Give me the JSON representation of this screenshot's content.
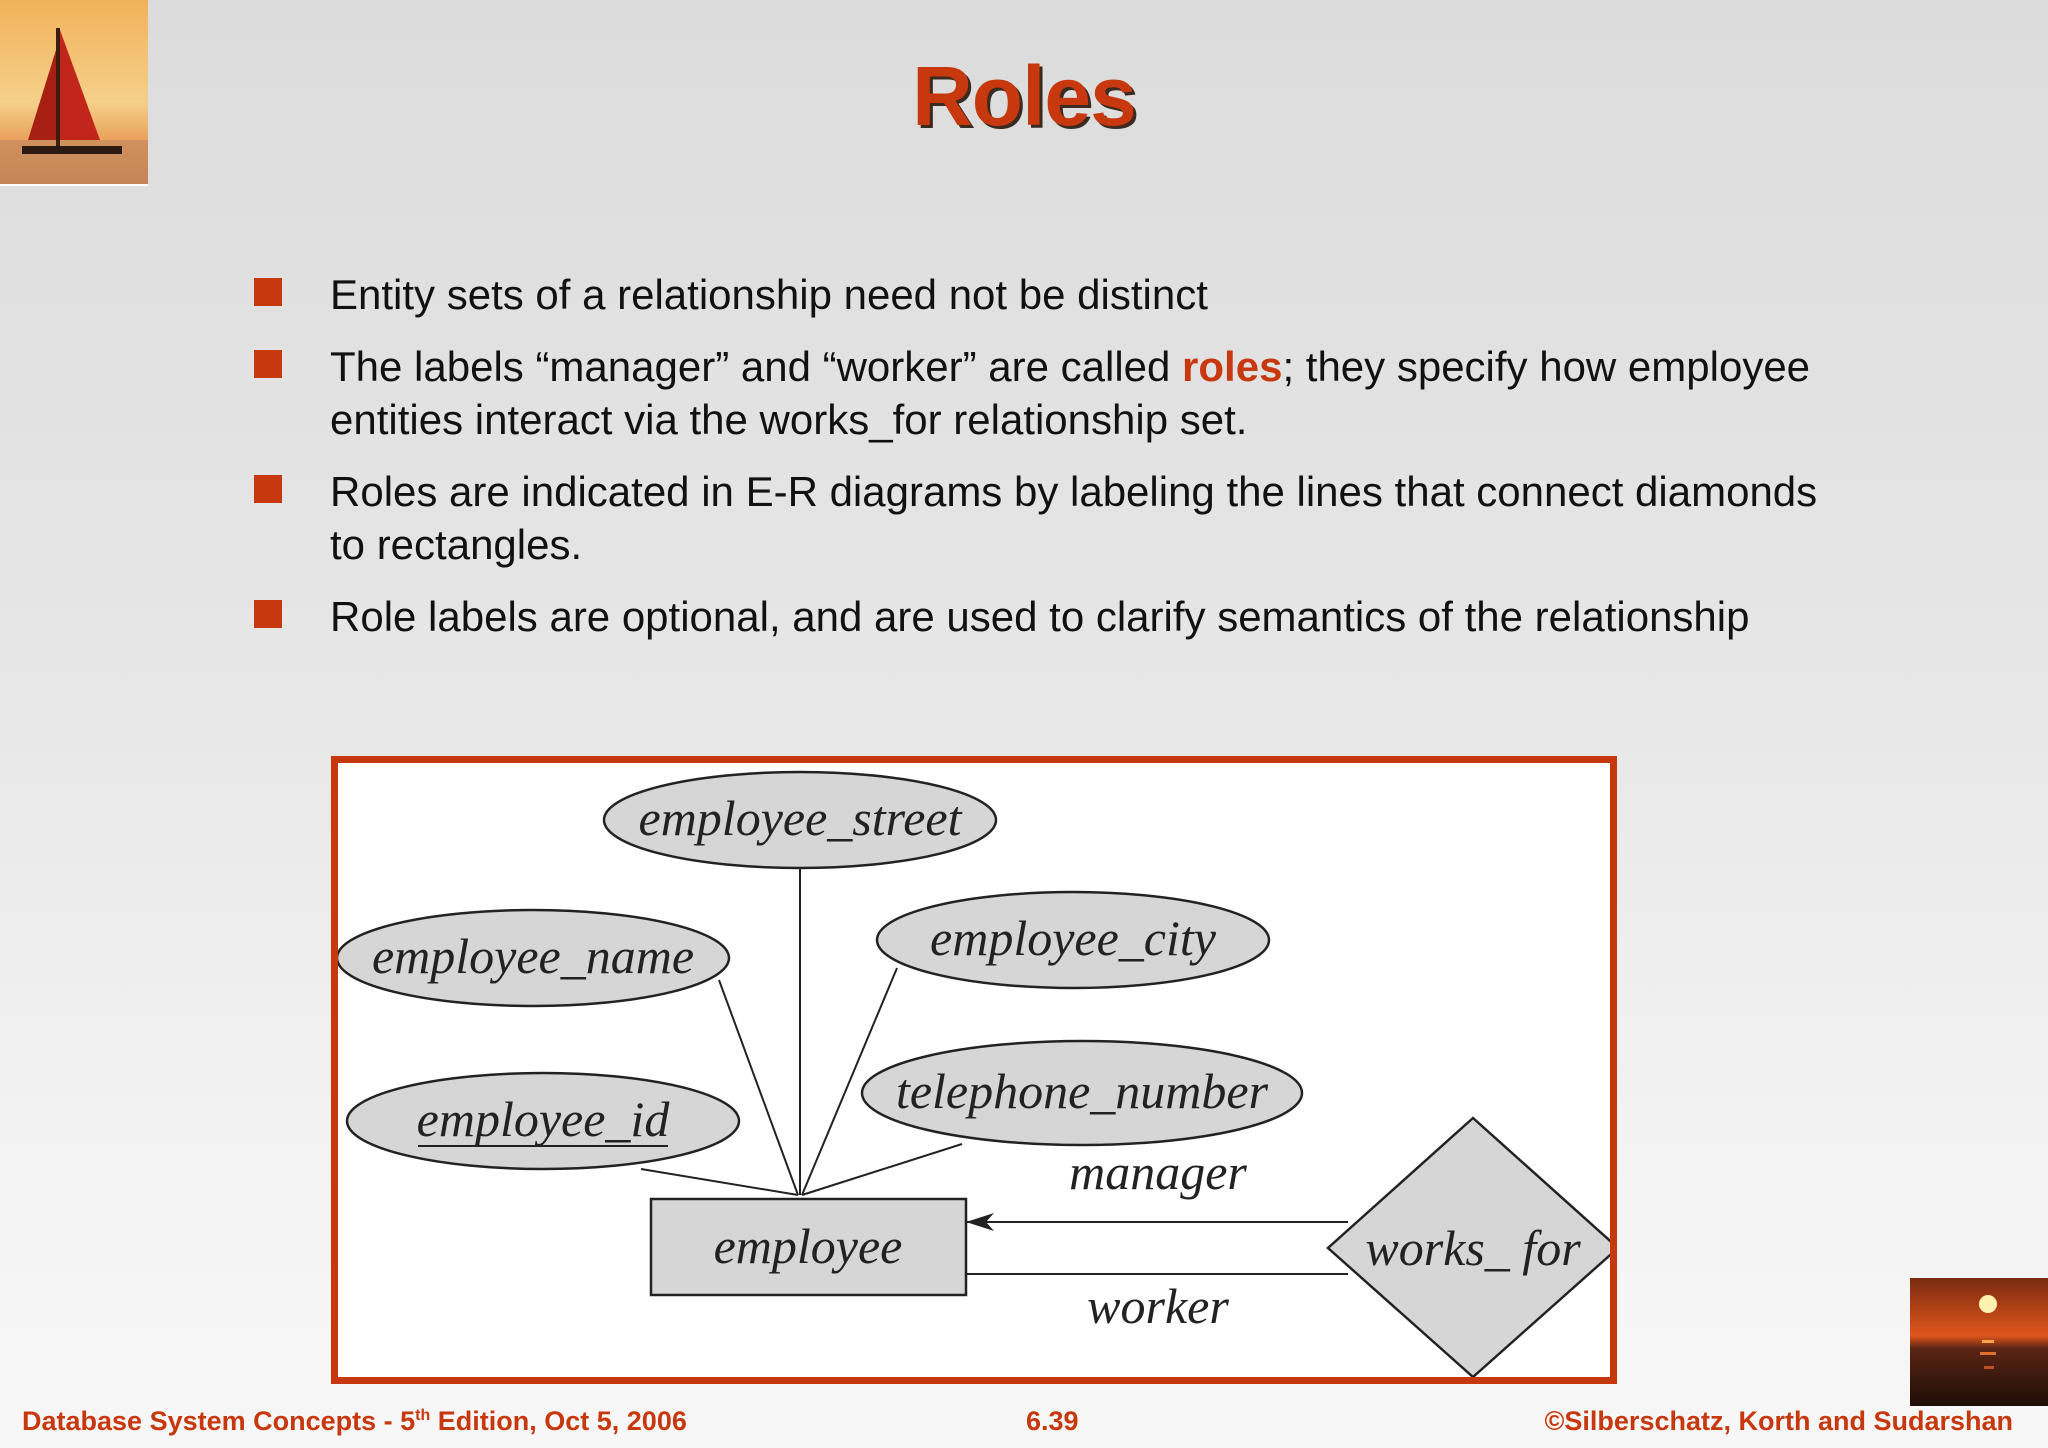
{
  "title": "Roles",
  "bullets": [
    {
      "parts": [
        {
          "text": "Entity sets of a relationship need not be distinct"
        }
      ]
    },
    {
      "parts": [
        {
          "text": "The labels “manager” and “worker” are called "
        },
        {
          "text": "roles",
          "highlight": true
        },
        {
          "text": "; they specify how employee entities interact via the works_for relationship set."
        }
      ]
    },
    {
      "parts": [
        {
          "text": "Roles are indicated in E-R diagrams by labeling the lines that connect diamonds to rectangles."
        }
      ]
    },
    {
      "parts": [
        {
          "text": "Role labels are optional, and are used to clarify semantics of the relationship"
        }
      ]
    }
  ],
  "diagram": {
    "attributes": {
      "street": "employee_street",
      "name": "employee_name",
      "city": "employee_city",
      "id": "employee_id",
      "phone": "telephone_number"
    },
    "entity": "employee",
    "relationship": "works_ for",
    "roles": {
      "manager": "manager",
      "worker": "worker"
    }
  },
  "footer": {
    "left_prefix": "Database System Concepts - 5",
    "left_sup": "th",
    "left_suffix": " Edition, Oct 5, 2006",
    "center": "6.39",
    "right": "©Silberschatz, Korth and Sudarshan"
  },
  "colors": {
    "accent": "#c8380e",
    "shape_fill": "#d6d6d6"
  }
}
